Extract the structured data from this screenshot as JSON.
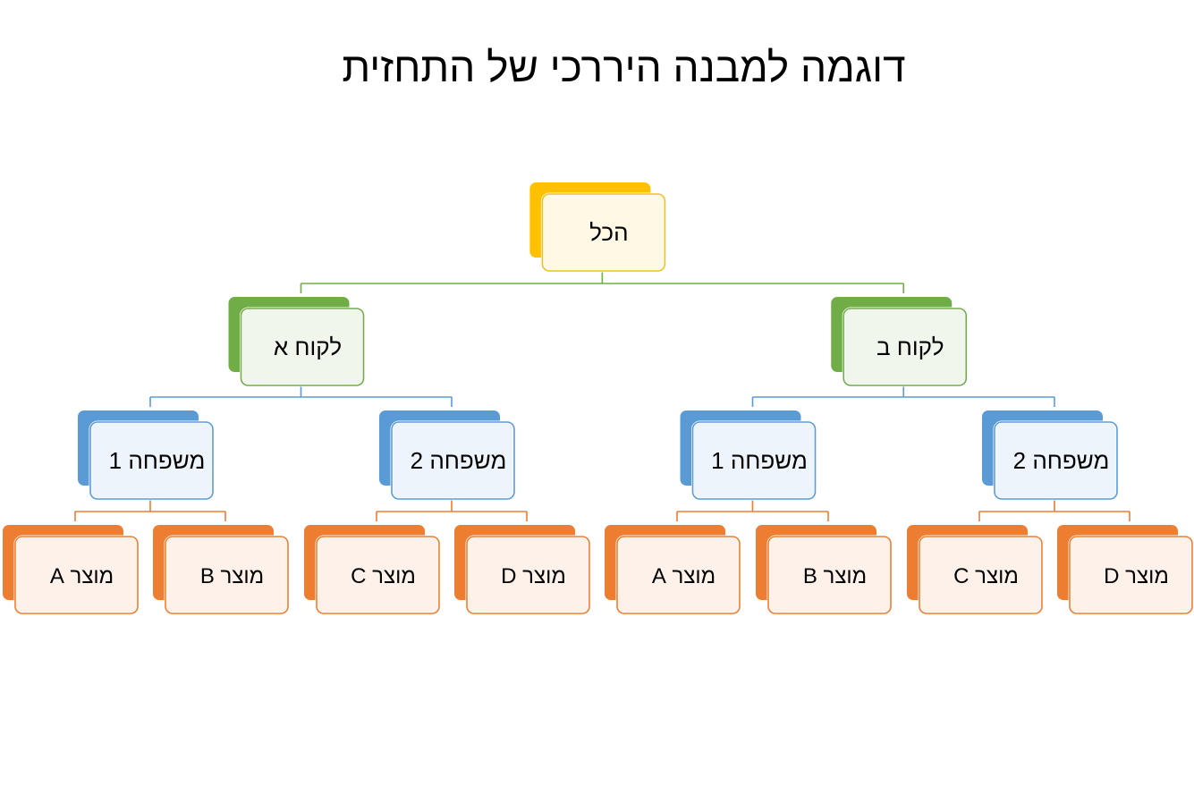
{
  "title": "דוגמה למבנה היררכי של התחזית",
  "colors": {
    "level0": {
      "back": "#FFC000",
      "border": "#F2C01A",
      "fill": "#FFF8E5"
    },
    "level1": {
      "back": "#70AD47",
      "border": "#70AD47",
      "fill": "#F1F6ED"
    },
    "level2": {
      "back": "#5B9BD5",
      "border": "#5B9BD5",
      "fill": "#EEF4FB"
    },
    "level3": {
      "back": "#ED7D31",
      "border": "#ED7D31",
      "fill": "#FDF1EA"
    }
  },
  "tree": {
    "label": "הכל",
    "children": [
      {
        "label": "לקוח ב",
        "children": [
          {
            "label": "משפחה 2",
            "children": [
              {
                "label": "מוצר D"
              },
              {
                "label": "מוצר C"
              }
            ]
          },
          {
            "label": "משפחה 1",
            "children": [
              {
                "label": "מוצר B"
              },
              {
                "label": "מוצר A"
              }
            ]
          }
        ]
      },
      {
        "label": "לקוח א",
        "children": [
          {
            "label": "משפחה 2",
            "children": [
              {
                "label": "מוצר D"
              },
              {
                "label": "מוצר C"
              }
            ]
          },
          {
            "label": "משפחה 1",
            "children": [
              {
                "label": "מוצר B"
              },
              {
                "label": "מוצר A"
              }
            ]
          }
        ]
      }
    ]
  }
}
